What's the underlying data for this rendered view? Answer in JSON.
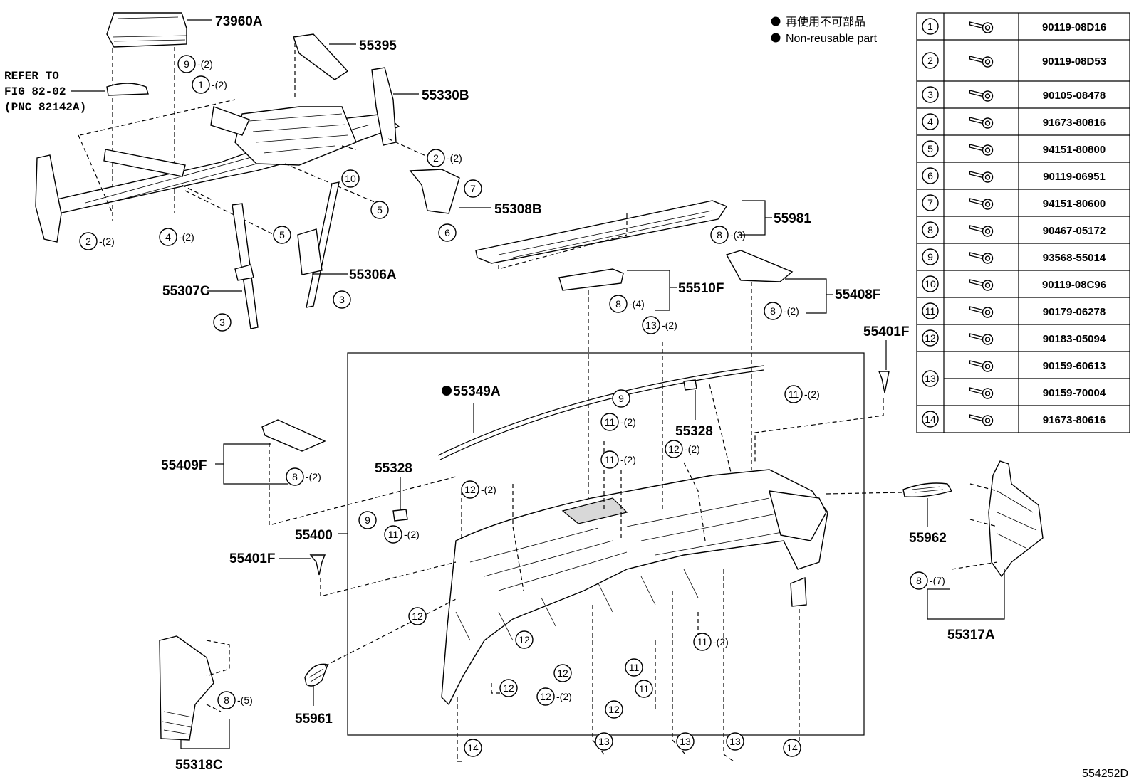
{
  "legend": {
    "japanese": "再使用不可部品",
    "english": "Non-reusable part"
  },
  "figure_code": "554252D",
  "refer_note": [
    "REFER TO",
    "FIG 82-02",
    "(PNC 82142A)"
  ],
  "labels": {
    "p73960A": "73960A",
    "p55395": "55395",
    "p55330B": "55330B",
    "p55308B": "55308B",
    "p55981": "55981",
    "p55306A": "55306A",
    "p55307C": "55307C",
    "p55510F": "55510F",
    "p55408F": "55408F",
    "p55401F_top": "55401F",
    "p55349A": "55349A",
    "p55328_a": "55328",
    "p55328_b": "55328",
    "p55409F": "55409F",
    "p55400": "55400",
    "p55401F_left": "55401F",
    "p55962": "55962",
    "p55317A": "55317A",
    "p55961": "55961",
    "p55318C": "55318C"
  },
  "callouts": {
    "c9_top": {
      "n": "9",
      "q": "-(2)"
    },
    "c1_top": {
      "n": "1",
      "q": "-(2)"
    },
    "c2_right": {
      "n": "2",
      "q": "-(2)"
    },
    "c10": {
      "n": "10",
      "q": ""
    },
    "c7": {
      "n": "7",
      "q": ""
    },
    "c5_a": {
      "n": "5",
      "q": ""
    },
    "c5_b": {
      "n": "5",
      "q": ""
    },
    "c6": {
      "n": "6",
      "q": ""
    },
    "c2_left": {
      "n": "2",
      "q": "-(2)"
    },
    "c4": {
      "n": "4",
      "q": "-(2)"
    },
    "c3_a": {
      "n": "3",
      "q": ""
    },
    "c3_b": {
      "n": "3",
      "q": ""
    },
    "c8_55981": {
      "n": "8",
      "q": "-(3)"
    },
    "c8_55510": {
      "n": "8",
      "q": "-(4)"
    },
    "c8_55408": {
      "n": "8",
      "q": "-(2)"
    },
    "c13_top": {
      "n": "13",
      "q": "-(2)"
    },
    "c9_mid": {
      "n": "9",
      "q": ""
    },
    "c11_r": {
      "n": "11",
      "q": "-(2)"
    },
    "c11_m1": {
      "n": "11",
      "q": "-(2)"
    },
    "c12_m": {
      "n": "12",
      "q": "-(2)"
    },
    "c11_m2": {
      "n": "11",
      "q": "-(2)"
    },
    "c8_55409": {
      "n": "8",
      "q": "-(2)"
    },
    "c12_l": {
      "n": "12",
      "q": "-(2)"
    },
    "c9_left": {
      "n": "9",
      "q": ""
    },
    "c11_l": {
      "n": "11",
      "q": "-(2)"
    },
    "c12_a": {
      "n": "12",
      "q": ""
    },
    "c12_b": {
      "n": "12",
      "q": ""
    },
    "c12_c": {
      "n": "12",
      "q": ""
    },
    "c12_d": {
      "n": "12",
      "q": ""
    },
    "c12_e": {
      "n": "12",
      "q": "-(2)"
    },
    "c12_f": {
      "n": "12",
      "q": ""
    },
    "c11_b1": {
      "n": "11",
      "q": ""
    },
    "c11_b2": {
      "n": "11",
      "q": ""
    },
    "c11_b3": {
      "n": "11",
      "q": "-(2)"
    },
    "c8_55317": {
      "n": "8",
      "q": "-(7)"
    },
    "c8_55318": {
      "n": "8",
      "q": "-(5)"
    },
    "c14_l": {
      "n": "14",
      "q": ""
    },
    "c13_b1": {
      "n": "13",
      "q": ""
    },
    "c13_b2": {
      "n": "13",
      "q": ""
    },
    "c13_b3": {
      "n": "13",
      "q": ""
    },
    "c14_r": {
      "n": "14",
      "q": ""
    }
  },
  "fastener_table": [
    {
      "no": "1",
      "parts": [
        "90119-08D16"
      ]
    },
    {
      "no": "2",
      "parts": [
        "90119-08D53"
      ]
    },
    {
      "no": "3",
      "parts": [
        "90105-08478"
      ]
    },
    {
      "no": "4",
      "parts": [
        "91673-80816"
      ]
    },
    {
      "no": "5",
      "parts": [
        "94151-80800"
      ]
    },
    {
      "no": "6",
      "parts": [
        "90119-06951"
      ]
    },
    {
      "no": "7",
      "parts": [
        "94151-80600"
      ]
    },
    {
      "no": "8",
      "parts": [
        "90467-05172"
      ]
    },
    {
      "no": "9",
      "parts": [
        "93568-55014"
      ]
    },
    {
      "no": "10",
      "parts": [
        "90119-08C96"
      ]
    },
    {
      "no": "11",
      "parts": [
        "90179-06278"
      ]
    },
    {
      "no": "12",
      "parts": [
        "90183-05094"
      ]
    },
    {
      "no": "13",
      "parts": [
        "90159-60613",
        "90159-70004"
      ]
    },
    {
      "no": "14",
      "parts": [
        "91673-80616"
      ]
    }
  ]
}
